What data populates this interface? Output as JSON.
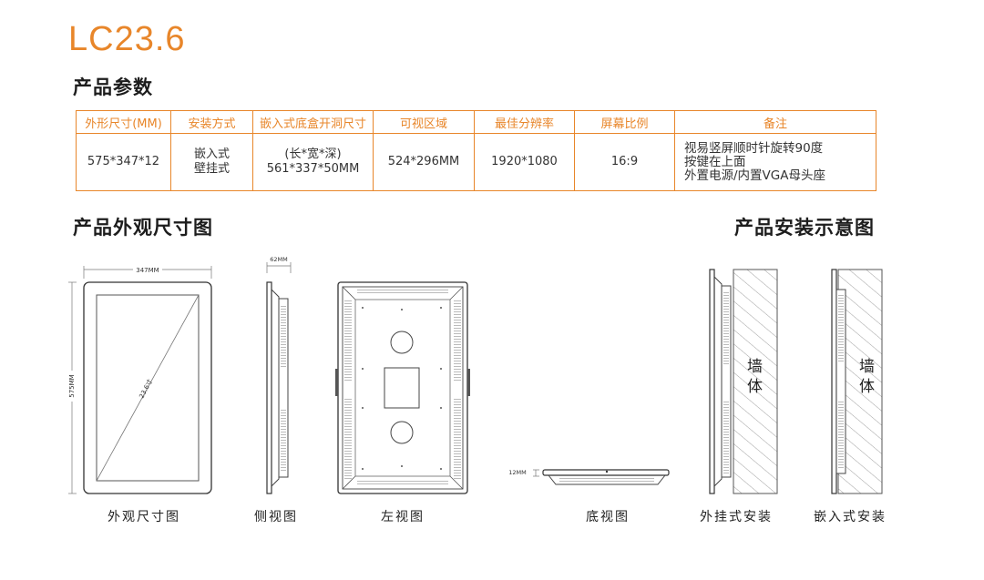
{
  "model": "LC23.6",
  "sections": {
    "params_title": "产品参数",
    "dimension_title": "产品外观尺寸图",
    "install_title": "产品安装示意图"
  },
  "table": {
    "headers": [
      "外形尺寸(MM)",
      "安装方式",
      "嵌入式底盒开洞尺寸",
      "可视区域",
      "最佳分辨率",
      "屏幕比例",
      "备注"
    ],
    "row": {
      "size": "575*347*12",
      "mount_line1": "嵌入式",
      "mount_line2": "壁挂式",
      "cutout_line1": "(长*宽*深)",
      "cutout_line2": "561*337*50MM",
      "visible_area": "524*296MM",
      "resolution": "1920*1080",
      "ratio": "16:9",
      "note_line1": "视易竖屏顺时针旋转90度",
      "note_line2": "按键在上面",
      "note_line3": "外置电源/内置VGA母头座"
    }
  },
  "dimensions": {
    "width": "347MM",
    "height": "575MM",
    "diagonal": "23.6寸",
    "depth": "62MM",
    "bottom_thickness": "12MM"
  },
  "wall_label": {
    "line1": "墙",
    "line2": "体"
  },
  "captions": {
    "front": "外观尺寸图",
    "side": "侧视图",
    "left": "左视图",
    "bottom": "底视图",
    "wall_mount": "外挂式安装",
    "embedded": "嵌入式安装"
  }
}
